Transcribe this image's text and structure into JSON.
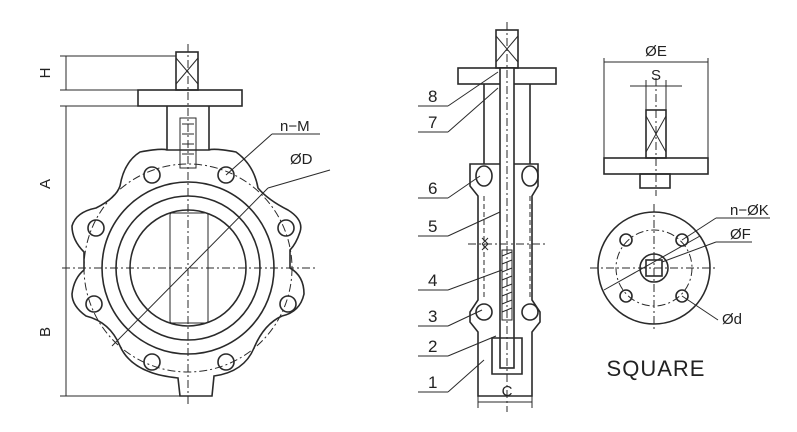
{
  "colors": {
    "line": "#2a2a2a",
    "background": "#ffffff"
  },
  "front_view": {
    "dims": {
      "h": "H",
      "a": "A",
      "b": "B",
      "nm": "n−M",
      "d": "ØD"
    }
  },
  "section_view": {
    "parts": [
      "8",
      "7",
      "6",
      "5",
      "4",
      "3",
      "2",
      "1"
    ],
    "dims": {
      "c": "C"
    }
  },
  "top_view": {
    "dims": {
      "e": "ØE",
      "s": "S"
    }
  },
  "flange_view": {
    "dims": {
      "nk": "n−ØK",
      "f": "ØF",
      "d": "Ød"
    },
    "caption": "SQUARE"
  }
}
